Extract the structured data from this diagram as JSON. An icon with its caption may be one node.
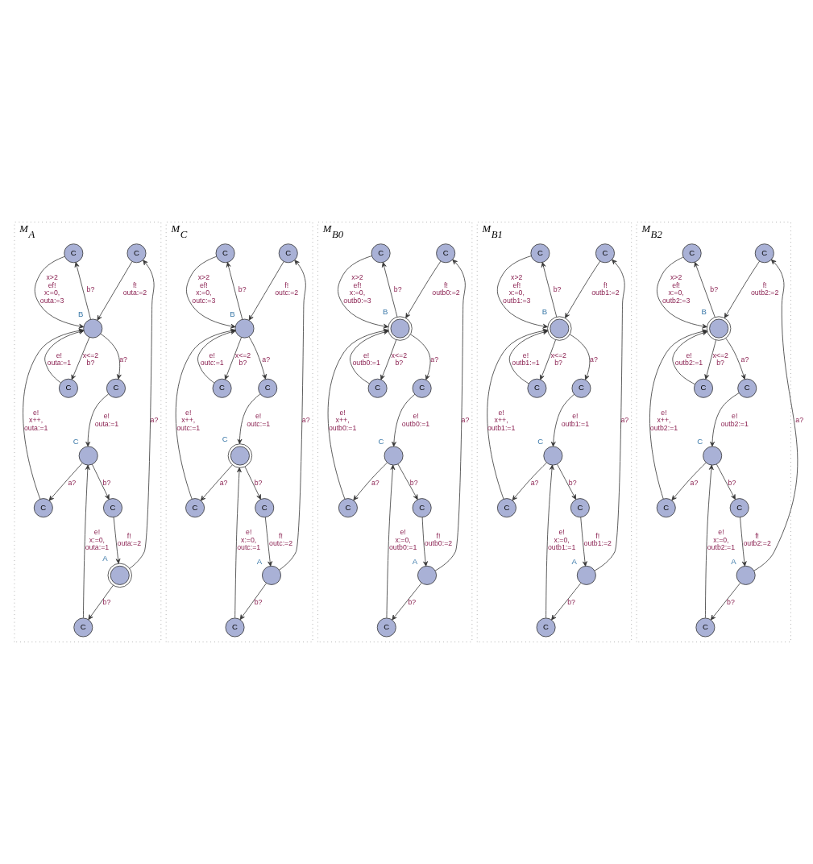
{
  "diagram": {
    "nodes": [
      {
        "text": [
          "M$_{A}$"
        ]
      },
      {
        "text": [
          "C"
        ],
        "in": 0
      },
      {
        "text": [],
        "shape": "doublecircle",
        "beside": [
          "A"
        ],
        "in": 0
      },
      {
        "text": [
          "C"
        ],
        "in": 0
      },
      {
        "text": [
          "C"
        ],
        "in": 0
      },
      {
        "text": [
          "C"
        ],
        "in": 0
      },
      {
        "text": [],
        "shape": "circle",
        "beside": [
          "B"
        ],
        "in": 0
      },
      {
        "text": [
          "C"
        ],
        "in": 0
      },
      {
        "text": [],
        "shape": "circle",
        "beside": [
          "C"
        ],
        "in": 0
      },
      {
        "text": [
          "C"
        ],
        "in": 0
      },
      {
        "text": [
          "C"
        ],
        "in": 0
      },
      {
        "text": [
          "M$_{C}$"
        ]
      },
      {
        "text": [
          "C"
        ],
        "in": 11
      },
      {
        "text": [],
        "shape": "circle",
        "beside": [
          "A"
        ],
        "in": 11
      },
      {
        "text": [
          "C"
        ],
        "in": 11
      },
      {
        "text": [
          "C"
        ],
        "in": 11
      },
      {
        "text": [
          "C"
        ],
        "in": 11
      },
      {
        "text": [],
        "shape": "circle",
        "beside": [
          "B"
        ],
        "in": 11
      },
      {
        "text": [
          "C"
        ],
        "in": 11
      },
      {
        "text": [],
        "shape": "doublecircle",
        "beside": [
          "C"
        ],
        "in": 11
      },
      {
        "text": [
          "C"
        ],
        "in": 11
      },
      {
        "text": [
          "C"
        ],
        "in": 11
      },
      {
        "text": [
          "M$_{B0}$"
        ]
      },
      {
        "text": [
          "C"
        ],
        "in": 22
      },
      {
        "text": [],
        "shape": "circle",
        "beside": [
          "A"
        ],
        "in": 22
      },
      {
        "text": [
          "C"
        ],
        "in": 22
      },
      {
        "text": [
          "C"
        ],
        "in": 22
      },
      {
        "text": [
          "C"
        ],
        "in": 22
      },
      {
        "text": [],
        "shape": "doublecircle",
        "beside": [
          "B"
        ],
        "in": 22
      },
      {
        "text": [
          "C"
        ],
        "in": 22
      },
      {
        "text": [],
        "shape": "circle",
        "beside": [
          "C"
        ],
        "in": 22
      },
      {
        "text": [
          "C"
        ],
        "in": 22
      },
      {
        "text": [
          "C"
        ],
        "in": 22
      },
      {
        "text": [
          "M$_{B1}$"
        ]
      },
      {
        "text": [
          "C"
        ],
        "in": 33
      },
      {
        "text": [],
        "shape": "circle",
        "beside": [
          "A"
        ],
        "in": 33
      },
      {
        "text": [
          "C"
        ],
        "in": 33
      },
      {
        "text": [
          "C"
        ],
        "in": 33
      },
      {
        "text": [
          "C"
        ],
        "in": 33
      },
      {
        "text": [],
        "shape": "doublecircle",
        "beside": [
          "B"
        ],
        "in": 33
      },
      {
        "text": [
          "C"
        ],
        "in": 33
      },
      {
        "text": [],
        "shape": "circle",
        "beside": [
          "C"
        ],
        "in": 33
      },
      {
        "text": [
          "C"
        ],
        "in": 33
      },
      {
        "text": [
          "C"
        ],
        "in": 33
      },
      {
        "text": [
          "M$_{B2}$"
        ]
      },
      {
        "text": [
          "C"
        ],
        "in": 44
      },
      {
        "text": [],
        "shape": "circle",
        "beside": [
          "A"
        ],
        "in": 44
      },
      {
        "text": [
          "C"
        ],
        "in": 44
      },
      {
        "text": [
          "C"
        ],
        "in": 44
      },
      {
        "text": [
          "C"
        ],
        "in": 44
      },
      {
        "text": [],
        "shape": "doublecircle",
        "beside": [
          "B"
        ],
        "in": 44
      },
      {
        "text": [
          "C"
        ],
        "in": 44
      },
      {
        "text": [],
        "shape": "circle",
        "beside": [
          "C"
        ],
        "in": 44
      },
      {
        "text": [
          "C"
        ],
        "in": 44
      },
      {
        "text": [
          "C"
        ],
        "in": 44
      }
    ],
    "edges": [
      {
        "from": 2,
        "to": 1,
        "arrow": "to",
        "label": "a?"
      },
      {
        "from": 2,
        "to": 3,
        "arrow": "to",
        "label": "b?"
      },
      {
        "from": 3,
        "to": 8,
        "arrow": "to",
        "label": "e! x:=0, outa:=1"
      },
      {
        "from": 8,
        "to": 4,
        "arrow": "to",
        "label": "b?"
      },
      {
        "from": 4,
        "to": 2,
        "arrow": "to",
        "label": "f! outa:=2"
      },
      {
        "from": 1,
        "to": 6,
        "arrow": "to",
        "label": "f! outa:=2"
      },
      {
        "from": 5,
        "to": 6,
        "arrow": "to",
        "label": "x>2 ef! x:=0, outa:=3"
      },
      {
        "from": 6,
        "to": 5,
        "arrow": "to",
        "label": "b?"
      },
      {
        "from": 8,
        "to": 7,
        "arrow": "to",
        "label": "a?"
      },
      {
        "from": 7,
        "to": 6,
        "arrow": "to",
        "label": "e! x++, outa:=1"
      },
      {
        "from": 6,
        "to": 10,
        "arrow": "to",
        "label": "a?"
      },
      {
        "from": 10,
        "to": 8,
        "arrow": "to",
        "label": "e! outa:=1"
      },
      {
        "from": 6,
        "to": 9,
        "arrow": "to",
        "label": "x<=2 b?"
      },
      {
        "from": 9,
        "to": 6,
        "arrow": "to",
        "label": "e! outa:=1"
      },
      {
        "from": 13,
        "to": 12,
        "arrow": "to",
        "label": "a?"
      },
      {
        "from": 13,
        "to": 14,
        "arrow": "to",
        "label": "b?"
      },
      {
        "from": 14,
        "to": 19,
        "arrow": "to",
        "label": "e! x:=0, outc:=1"
      },
      {
        "from": 19,
        "to": 15,
        "arrow": "to",
        "label": "b?"
      },
      {
        "from": 15,
        "to": 13,
        "arrow": "to",
        "label": "f! outc:=2"
      },
      {
        "from": 12,
        "to": 17,
        "arrow": "to",
        "label": "f! outc:=2"
      },
      {
        "from": 16,
        "to": 17,
        "arrow": "to",
        "label": "x>2 ef! x:=0, outc:=3"
      },
      {
        "from": 17,
        "to": 16,
        "arrow": "to",
        "label": "b?"
      },
      {
        "from": 19,
        "to": 18,
        "arrow": "to",
        "label": "a?"
      },
      {
        "from": 18,
        "to": 17,
        "arrow": "to",
        "label": "e! x++, outc:=1"
      },
      {
        "from": 17,
        "to": 21,
        "arrow": "to",
        "label": "a?"
      },
      {
        "from": 21,
        "to": 19,
        "arrow": "to",
        "label": "e! outc:=1"
      },
      {
        "from": 17,
        "to": 20,
        "arrow": "to",
        "label": "x<=2 b?"
      },
      {
        "from": 20,
        "to": 17,
        "arrow": "to",
        "label": "e! outc:=1"
      },
      {
        "from": 24,
        "to": 23,
        "arrow": "to",
        "label": "a?"
      },
      {
        "from": 24,
        "to": 25,
        "arrow": "to",
        "label": "b?"
      },
      {
        "from": 25,
        "to": 30,
        "arrow": "to",
        "label": "e! x:=0, outb0:=1"
      },
      {
        "from": 30,
        "to": 26,
        "arrow": "to",
        "label": "b?"
      },
      {
        "from": 26,
        "to": 24,
        "arrow": "to",
        "label": "f! outb0:=2"
      },
      {
        "from": 23,
        "to": 28,
        "arrow": "to",
        "label": "f! outb0:=2"
      },
      {
        "from": 27,
        "to": 28,
        "arrow": "to",
        "label": "x>2 ef! x:=0, outb0:=3"
      },
      {
        "from": 28,
        "to": 27,
        "arrow": "to",
        "label": "b?"
      },
      {
        "from": 30,
        "to": 29,
        "arrow": "to",
        "label": "a?"
      },
      {
        "from": 29,
        "to": 28,
        "arrow": "to",
        "label": "e! x++, outb0:=1"
      },
      {
        "from": 28,
        "to": 32,
        "arrow": "to",
        "label": "a?"
      },
      {
        "from": 32,
        "to": 30,
        "arrow": "to",
        "label": "e! outb0:=1"
      },
      {
        "from": 28,
        "to": 31,
        "arrow": "to",
        "label": "x<=2 b?"
      },
      {
        "from": 31,
        "to": 28,
        "arrow": "to",
        "label": "e! outb0:=1"
      },
      {
        "from": 35,
        "to": 34,
        "arrow": "to",
        "label": "a?"
      },
      {
        "from": 35,
        "to": 36,
        "arrow": "to",
        "label": "b?"
      },
      {
        "from": 36,
        "to": 41,
        "arrow": "to",
        "label": "e! x:=0, outb1:=1"
      },
      {
        "from": 41,
        "to": 37,
        "arrow": "to",
        "label": "b?"
      },
      {
        "from": 37,
        "to": 35,
        "arrow": "to",
        "label": "f! outb1:=2"
      },
      {
        "from": 34,
        "to": 39,
        "arrow": "to",
        "label": "f! outb1:=2"
      },
      {
        "from": 38,
        "to": 39,
        "arrow": "to",
        "label": "x>2 ef! x:=0, outb1:=3"
      },
      {
        "from": 39,
        "to": 38,
        "arrow": "to",
        "label": "b?"
      },
      {
        "from": 41,
        "to": 40,
        "arrow": "to",
        "label": "a?"
      },
      {
        "from": 40,
        "to": 39,
        "arrow": "to",
        "label": "e! x++, outb1:=1"
      },
      {
        "from": 39,
        "to": 43,
        "arrow": "to",
        "label": "a?"
      },
      {
        "from": 43,
        "to": 41,
        "arrow": "to",
        "label": "e! outb1:=1"
      },
      {
        "from": 39,
        "to": 42,
        "arrow": "to",
        "label": "x<=2 b?"
      },
      {
        "from": 42,
        "to": 39,
        "arrow": "to",
        "label": "e! outb1:=1"
      },
      {
        "from": 46,
        "to": 45,
        "arrow": "to",
        "label": "a?"
      },
      {
        "from": 46,
        "to": 47,
        "arrow": "to",
        "label": "b?"
      },
      {
        "from": 47,
        "to": 52,
        "arrow": "to",
        "label": "e! x:=0, outb2:=1"
      },
      {
        "from": 52,
        "to": 48,
        "arrow": "to",
        "label": "b?"
      },
      {
        "from": 48,
        "to": 46,
        "arrow": "to",
        "label": "f! outb2:=2"
      },
      {
        "from": 45,
        "to": 50,
        "arrow": "to",
        "label": "f! outb2:=2"
      },
      {
        "from": 49,
        "to": 50,
        "arrow": "to",
        "label": "x>2 ef! x:=0, outb2:=3"
      },
      {
        "from": 50,
        "to": 49,
        "arrow": "to",
        "label": "b?"
      },
      {
        "from": 52,
        "to": 51,
        "arrow": "to",
        "label": "a?"
      },
      {
        "from": 51,
        "to": 50,
        "arrow": "to",
        "label": "e! x++, outb2:=1"
      },
      {
        "from": 50,
        "to": 54,
        "arrow": "to",
        "label": "a?"
      },
      {
        "from": 54,
        "to": 52,
        "arrow": "to",
        "label": "e! outb2:=1"
      },
      {
        "from": 50,
        "to": 53,
        "arrow": "to",
        "label": "x<=2 b?"
      },
      {
        "from": 53,
        "to": 50,
        "arrow": "to",
        "label": "e! outb2:=1"
      }
    ]
  }
}
